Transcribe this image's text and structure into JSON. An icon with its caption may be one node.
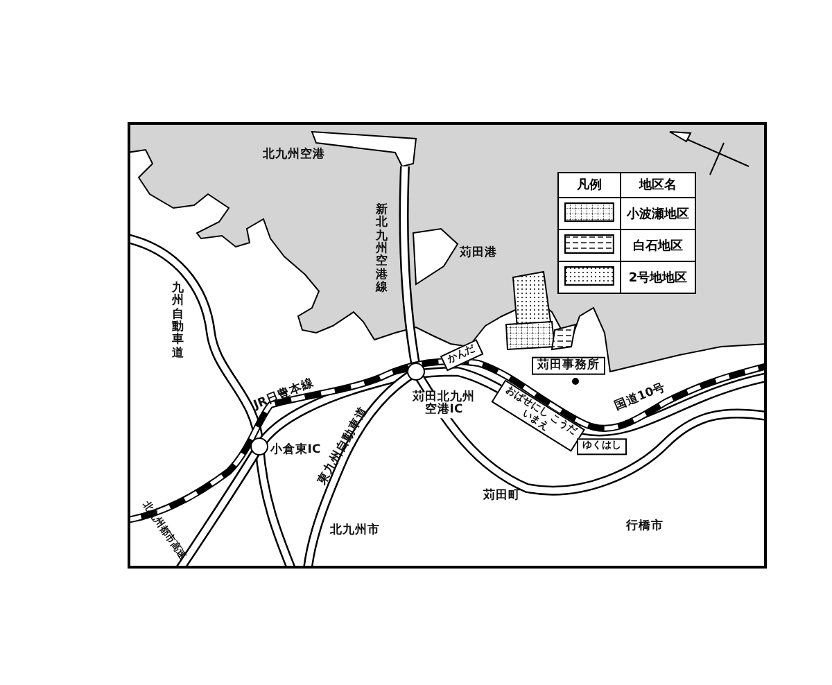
{
  "diagram": {
    "labels": [
      "北九州空港",
      "新北九州空港線",
      "凡例",
      "地区名",
      "苅田港",
      "九州自動車道",
      "かんだ",
      "苅田事務所",
      "JR日豊本線",
      "苅田北九州空港IC",
      "国道10号",
      "おばせにし こうだいまえ",
      "小倉東IC",
      "東九州自動車道",
      "ゆくはし",
      "苅田町",
      "北九州都市高速",
      "北九州市",
      "行橋市"
    ],
    "legend": [
      {
        "text": "小波瀬地区"
      },
      {
        "text": "白石地区"
      },
      {
        "text": "2号地地区"
      }
    ]
  }
}
